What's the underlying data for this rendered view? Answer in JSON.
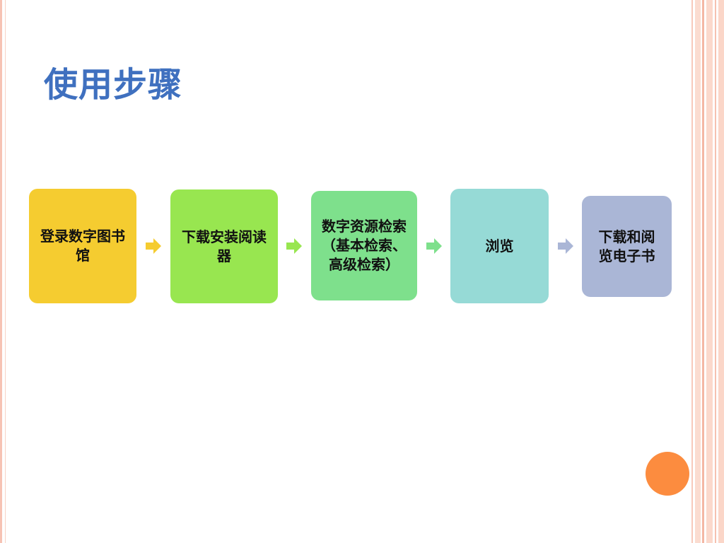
{
  "slide": {
    "title": "使用步骤"
  },
  "steps": [
    {
      "label": "登录数字图书馆",
      "color": "#f5cc30"
    },
    {
      "label": "下载安装阅读器",
      "color": "#98e650"
    },
    {
      "label": "数字资源检索（基本检索、高级检索）",
      "color": "#7ee08c"
    },
    {
      "label": "浏览",
      "color": "#96dad6"
    },
    {
      "label": "下载和阅览电子书",
      "color": "#aab6d6"
    }
  ],
  "arrows": [
    {
      "icon": "right-arrow-icon",
      "color": "#f5cc30"
    },
    {
      "icon": "right-arrow-icon",
      "color": "#98e650"
    },
    {
      "icon": "right-arrow-icon",
      "color": "#7ee08c"
    },
    {
      "icon": "right-arrow-icon",
      "color": "#aab6d6"
    }
  ],
  "decoration": {
    "accent_circle_color": "#fc8c3f",
    "title_color": "#3f70bf"
  }
}
